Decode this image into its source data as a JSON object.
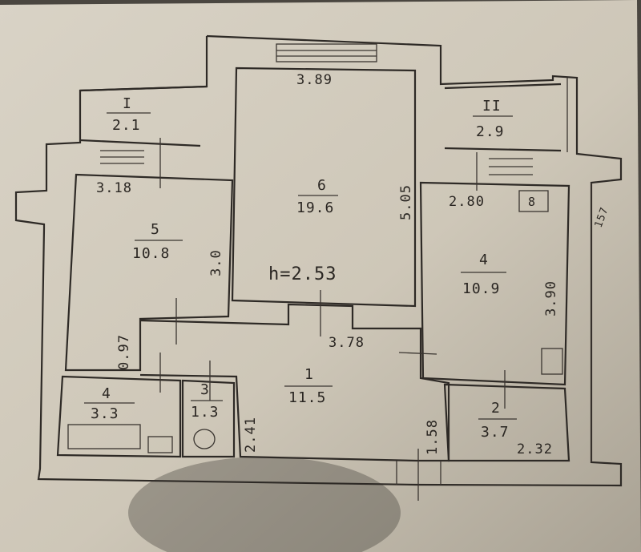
{
  "colors": {
    "paper": "#d4cdbf",
    "ink": "#2e2a26",
    "shadow": "#4a4640"
  },
  "ceiling_height": "h=2.53",
  "rooms": [
    {
      "id": "1",
      "area": "11.5"
    },
    {
      "id": "2",
      "area": "3.7"
    },
    {
      "id": "3",
      "area": "1.3"
    },
    {
      "id": "4",
      "area": "3.3"
    },
    {
      "id": "5",
      "area": "10.8"
    },
    {
      "id": "6",
      "area": "19.6"
    },
    {
      "id": "4",
      "area": "10.9"
    }
  ],
  "balconies": [
    {
      "id": "I",
      "area": "2.1"
    },
    {
      "id": "II",
      "area": "2.9"
    }
  ],
  "dimensions": {
    "top_room6": "3.89",
    "right_room6": "5.05",
    "top_room5": "3.18",
    "right_room5": "3.0",
    "hall_top": "3.78",
    "hall_left": "0.97",
    "kitchen_top": "2.80",
    "kitchen_right": "3.90",
    "bath_right": "2.41",
    "hall_right": "1.58",
    "wc_bottom": "2.32",
    "side_mark": "157"
  },
  "fixtures": {
    "stove_mark": "8"
  }
}
